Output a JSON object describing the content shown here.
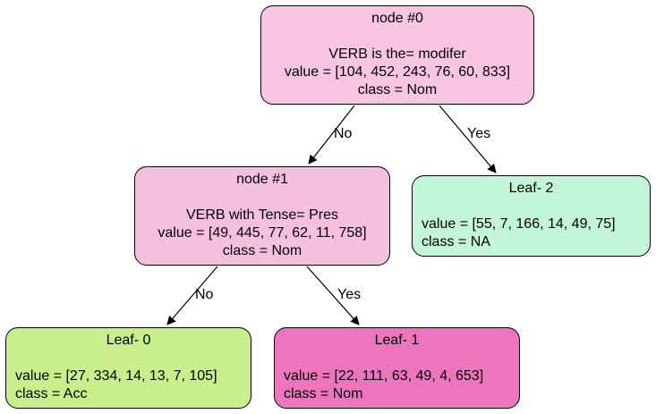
{
  "nodes": {
    "node0": {
      "title": "node #0",
      "condition": "VERB is the= modifer",
      "value": "value = [104, 452, 243, 76, 60, 833]",
      "class": "class = Nom",
      "color": "#f7c4e2"
    },
    "node1": {
      "title": "node #1",
      "condition": "VERB with Tense= Pres",
      "value": "value = [49, 445, 77, 62, 11, 758]",
      "class": "class = Nom",
      "color": "#f5c0df"
    },
    "leaf2": {
      "title": "Leaf- 2",
      "value": "value = [55, 7, 166, 14, 49, 75]",
      "class": "class = NA",
      "color": "#c2f5d9"
    },
    "leaf0": {
      "title": "Leaf- 0",
      "value": "value = [27, 334, 14, 13, 7, 105]",
      "class": "class = Acc",
      "color": "#c8ef8b"
    },
    "leaf1": {
      "title": "Leaf- 1",
      "value": "value = [22, 111, 63, 49, 4, 653]",
      "class": "class = Nom",
      "color": "#ed75bd"
    }
  },
  "edges": {
    "root_no": "No",
    "root_yes": "Yes",
    "node1_no": "No",
    "node1_yes": "Yes"
  }
}
